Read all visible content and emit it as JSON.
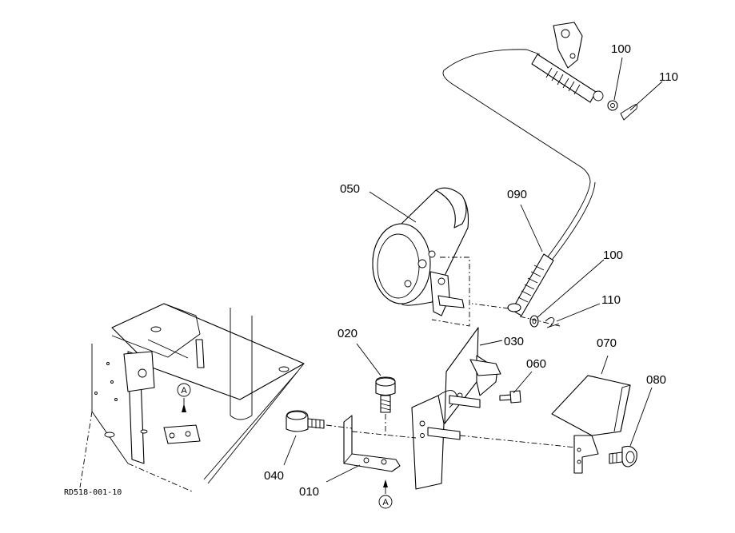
{
  "figure_id": "RD518-001-10",
  "reference_marker": "A",
  "callouts": {
    "p010": "010",
    "p020": "020",
    "p030": "030",
    "p040": "040",
    "p050": "050",
    "p060": "060",
    "p070": "070",
    "p080": "080",
    "p090": "090",
    "p100_upper": "100",
    "p100_lower": "100",
    "p110_upper": "110",
    "p110_lower": "110"
  }
}
